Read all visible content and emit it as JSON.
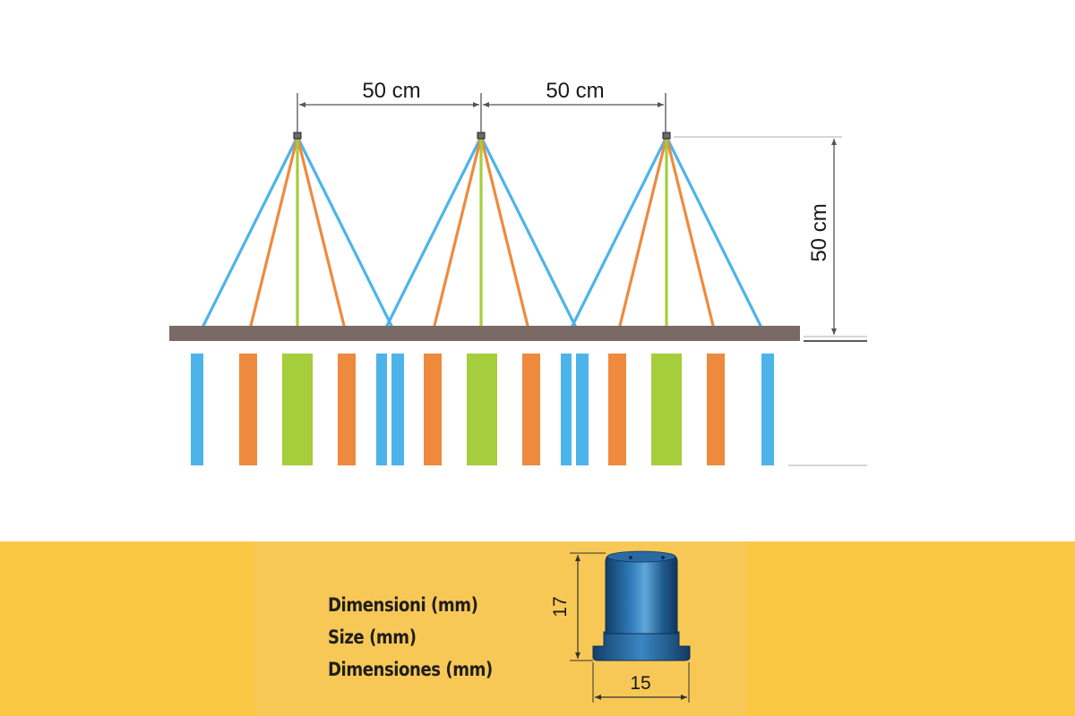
{
  "spacing_labels": [
    "50 cm",
    "50 cm"
  ],
  "height_label": "50 cm",
  "nozzle_dimensions": {
    "labels": [
      "Dimensioni (mm)",
      "Size (mm)",
      "Dimensiones (mm)"
    ],
    "height_value": "17",
    "width_value": "15"
  },
  "colors": {
    "wide_spray": "#4db4ea",
    "mid_spray": "#ee8a3e",
    "center_spray": "#a6cd3c",
    "boom": "#7a6a66",
    "panel_background": "#fbc846",
    "panel_inner": "#f7c856",
    "nozzle_body": "#1f5a8f"
  }
}
